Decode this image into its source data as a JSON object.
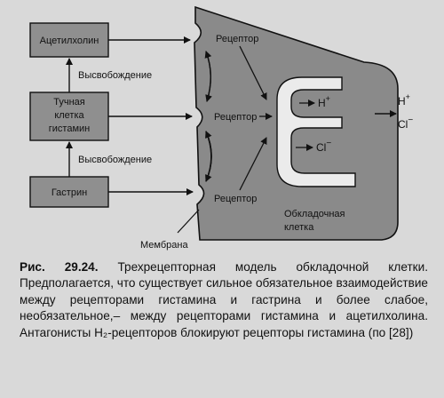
{
  "boxes": {
    "acetylcholine": "Ацетилхолин",
    "mast_cell": [
      "Тучная",
      "клетка",
      "гистамин"
    ],
    "gastrin": "Гастрин"
  },
  "release_labels": [
    "Высвобождение",
    "Высвобождение"
  ],
  "receptors": [
    "Рецептор",
    "Рецептор",
    "Рецептор"
  ],
  "membrane_label": "Мембрана",
  "parietal_cell_label": [
    "Обкладочная",
    "клетка"
  ],
  "ions": {
    "inner_h": "H",
    "inner_cl": "Cl",
    "outer_h": "H",
    "outer_cl": "Cl",
    "plus": "+",
    "minus": "−"
  },
  "caption": {
    "fig_number": "Рис. 29.24.",
    "text": "Трехрецепторная модель обкладочной клетки. Предполагается, что существует сильное обязательное взаимодействие между рецепторами гистамина и гастрина и более слабое, необязательное,– между рецепторами гистамина и ацетилхолина. Антагонисты H₂-рецепторов блокируют рецепторы гистамина (по [28])"
  },
  "colors": {
    "box_fill": "#8f8f8f",
    "cell_fill": "#8a8a8a",
    "canaliculus_fill": "#ebebeb",
    "background": "#d9d9d9"
  }
}
